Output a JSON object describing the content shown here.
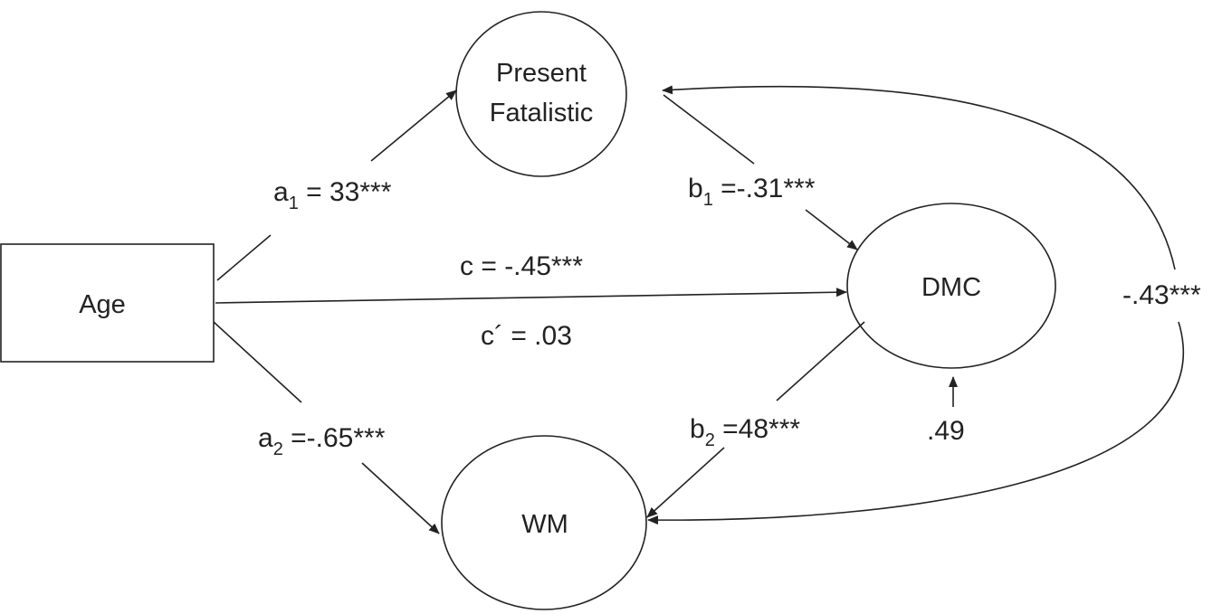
{
  "nodes": {
    "age": {
      "label": "Age"
    },
    "present_fatalistic": {
      "label_line1": "Present",
      "label_line2": "Fatalistic"
    },
    "dmc": {
      "label": "DMC"
    },
    "wm": {
      "label": "WM"
    }
  },
  "paths": {
    "a1": {
      "base": "a",
      "sub": "1",
      "value": " = 33***"
    },
    "b1": {
      "base": "b",
      "sub": "1",
      "value": " =-.31***"
    },
    "c": {
      "label": "c =  -.45***"
    },
    "c_prime": {
      "label": "c´  = .03"
    },
    "a2": {
      "base": "a",
      "sub": "2",
      "value": " =-.65***"
    },
    "b2": {
      "base": "b",
      "sub": "2",
      "value": " =48***"
    },
    "residual": {
      "label": ".49"
    },
    "covariance": {
      "label": "-.43***"
    }
  }
}
